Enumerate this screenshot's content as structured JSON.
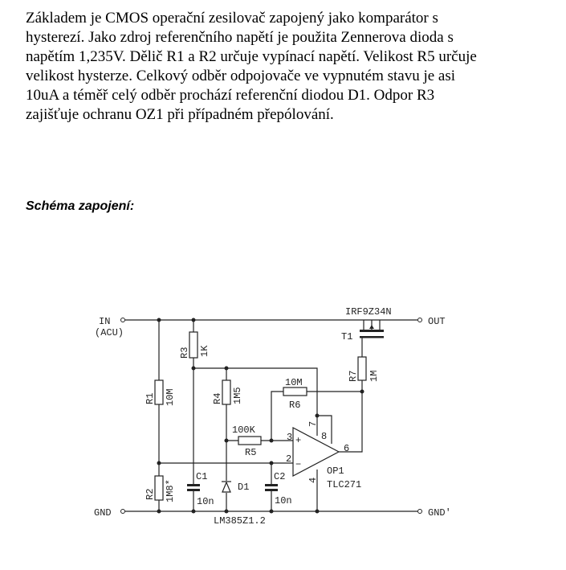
{
  "paragraph_lines": [
    "Základem je CMOS operační zesilovač zapojený jako komparátor s",
    "hysterezí. Jako zdroj referenčního napětí je použita Zennerova dioda s",
    "napětím 1,235V. Dělič R1 a R2 určuje vypínací napětí. Velikost R5 určuje",
    "velikost hysterze. Celkový odběr odpojovače ve vypnutém stavu je asi",
    "10uA a téměř celý odběr prochází referenční diodou D1. Odpor R3",
    "zajišťuje ochranu OZ1 při případném přepólování."
  ],
  "heading": "Schéma zapojení:",
  "schematic": {
    "in": "IN",
    "in_sub": "(ACU)",
    "out": "OUT",
    "gnd": "GND",
    "gnd_out": "GND'",
    "t1_type": "IRF9Z34N",
    "t1": "T1",
    "r1": "R1",
    "r1_val": "10M",
    "r2": "R2",
    "r2_val": "1M8*",
    "r3": "R3",
    "r3_val": "1K",
    "r4": "R4",
    "r4_val": "1M5",
    "r5": "R5",
    "r5_val": "100K",
    "r6": "R6",
    "r6_val": "10M",
    "r7": "R7",
    "r7_val": "1M",
    "c1": "C1",
    "c1_val": "10n",
    "c2": "C2",
    "c2_val": "10n",
    "d1": "D1",
    "d1_type": "LM385Z1.2",
    "op1": "OP1",
    "op1_type": "TLC271",
    "pins": {
      "p2": "2",
      "p3": "3",
      "p4": "4",
      "p6": "6",
      "p7": "7",
      "p8": "8",
      "plus": "+",
      "minus": "−"
    }
  }
}
